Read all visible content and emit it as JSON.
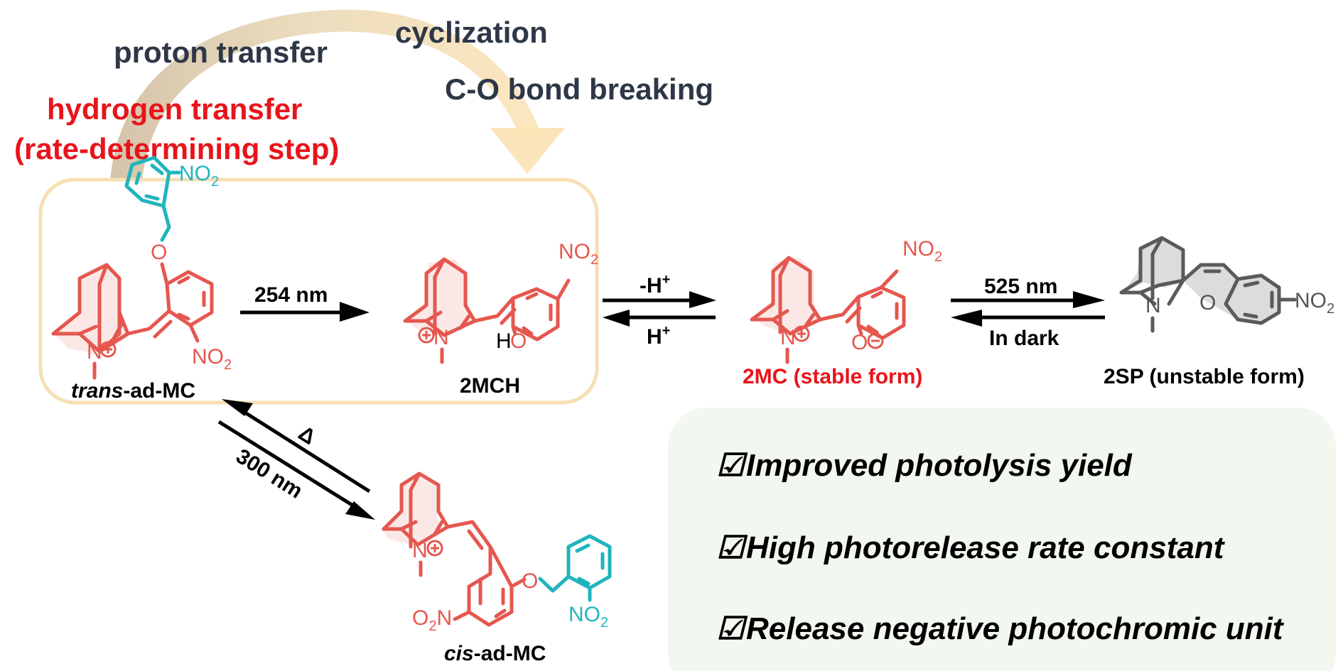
{
  "annotations": {
    "proton_transfer": "proton transfer",
    "cyclization": "cyclization",
    "co_bond_breaking": "C-O bond breaking",
    "hydrogen_transfer": "hydrogen transfer",
    "rate_determining": "(rate-determining step)"
  },
  "compounds": {
    "trans_ad_mc": {
      "prefix": "trans",
      "suffix": "-ad-MC"
    },
    "mch": {
      "name": "2MCH"
    },
    "mc": {
      "name": "2MC (stable form)"
    },
    "sp": {
      "name": "2SP (unstable form)"
    },
    "cis_ad_mc": {
      "prefix": "cis",
      "suffix": "-ad-MC"
    }
  },
  "conditions": {
    "uv254": "254 nm",
    "minus_h": "-H",
    "plus_h": "H",
    "superscript_plus": "+",
    "vis525": "525 nm",
    "dark": "In dark",
    "heat": "Δ",
    "uv300": "300 nm"
  },
  "atoms": {
    "nitro": "NO",
    "nitro_sub": "2",
    "nitro_left": "O",
    "nitro_left_n": "N",
    "nitrogen": "N",
    "oxygen": "O",
    "hydroxyl_h": "H",
    "plus_charge": "+",
    "minus_charge": "−"
  },
  "benefits": {
    "checkbox": "☑",
    "items": [
      "Improved photolysis yield",
      "High photorelease rate constant",
      "Release negative photochromic unit"
    ]
  },
  "colors": {
    "red_highlight": "#e8141b",
    "molecule_red": "#e5574f",
    "cage_teal": "#1fb5bd",
    "sp_gray": "#5a5a5a",
    "annotation_dark": "#2e3747",
    "box_border": "#f6dfb4",
    "benefit_panel": "#f2f7ef"
  }
}
